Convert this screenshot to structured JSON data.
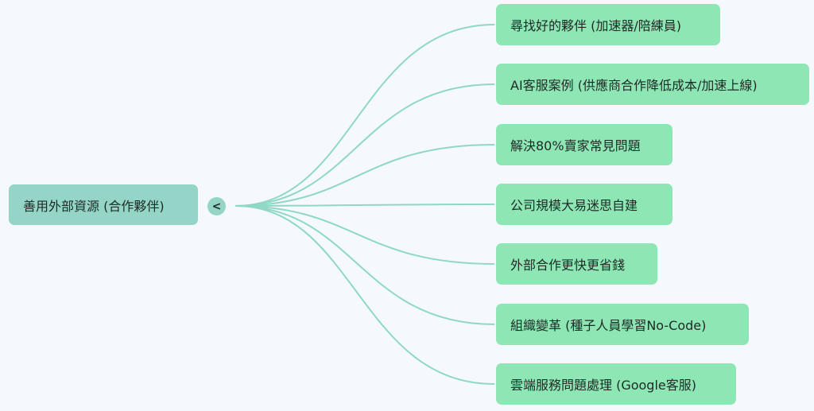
{
  "root": {
    "label": "善用外部資源 (合作夥伴)",
    "toggle_symbol": "<"
  },
  "children": [
    {
      "label": "尋找好的夥伴 (加速器/陪練員)"
    },
    {
      "label": "AI客服案例 (供應商合作降低成本/加速上線)"
    },
    {
      "label": "解決80%賣家常見問題"
    },
    {
      "label": "公司規模大易迷思自建"
    },
    {
      "label": "外部合作更快更省錢"
    },
    {
      "label": "組織變革 (種子人員學習No-Code)"
    },
    {
      "label": "雲端服務問題處理 (Google客服)"
    }
  ],
  "colors": {
    "background": "#f5f9fd",
    "root": "#94d5c7",
    "child": "#8ee6b4",
    "link": "#8fd8c5"
  }
}
